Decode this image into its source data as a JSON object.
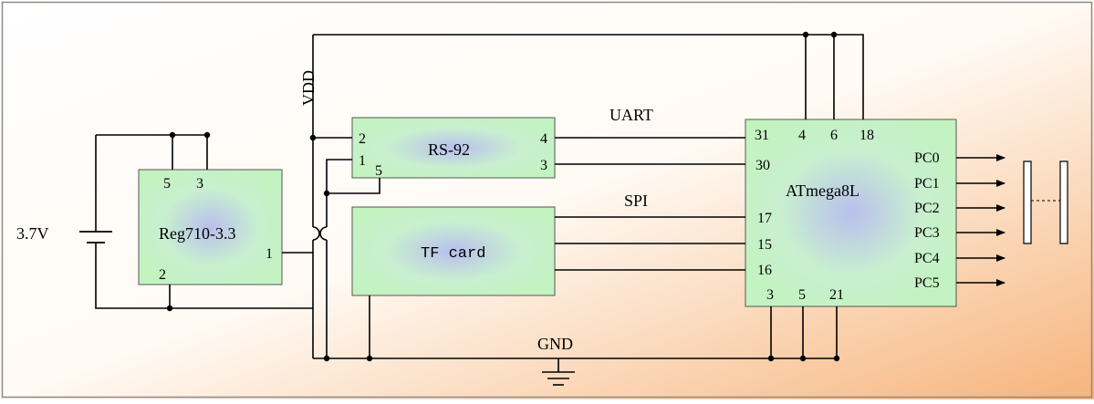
{
  "battery": {
    "label": "3.7V"
  },
  "regulator": {
    "name": "Reg710-3.3",
    "pins": {
      "p5": "5",
      "p3": "3",
      "p1": "1",
      "p2": "2"
    }
  },
  "rs92": {
    "name": "RS-92",
    "pins": {
      "p2": "2",
      "p1": "1",
      "p5": "5",
      "p4": "4",
      "p3": "3"
    }
  },
  "tfcard": {
    "name": "TF card"
  },
  "mcu": {
    "name": "ATmega8L",
    "top_pins": [
      "31",
      "4",
      "6",
      "18"
    ],
    "left_pins": [
      "30",
      "17",
      "15",
      "16"
    ],
    "bottom_pins": [
      "3",
      "5",
      "21"
    ],
    "port_pins": [
      "PC0",
      "PC1",
      "PC2",
      "PC3",
      "PC4",
      "PC5"
    ]
  },
  "nets": {
    "vdd": "VDD",
    "gnd": "GND",
    "uart": "UART",
    "spi": "SPI"
  }
}
